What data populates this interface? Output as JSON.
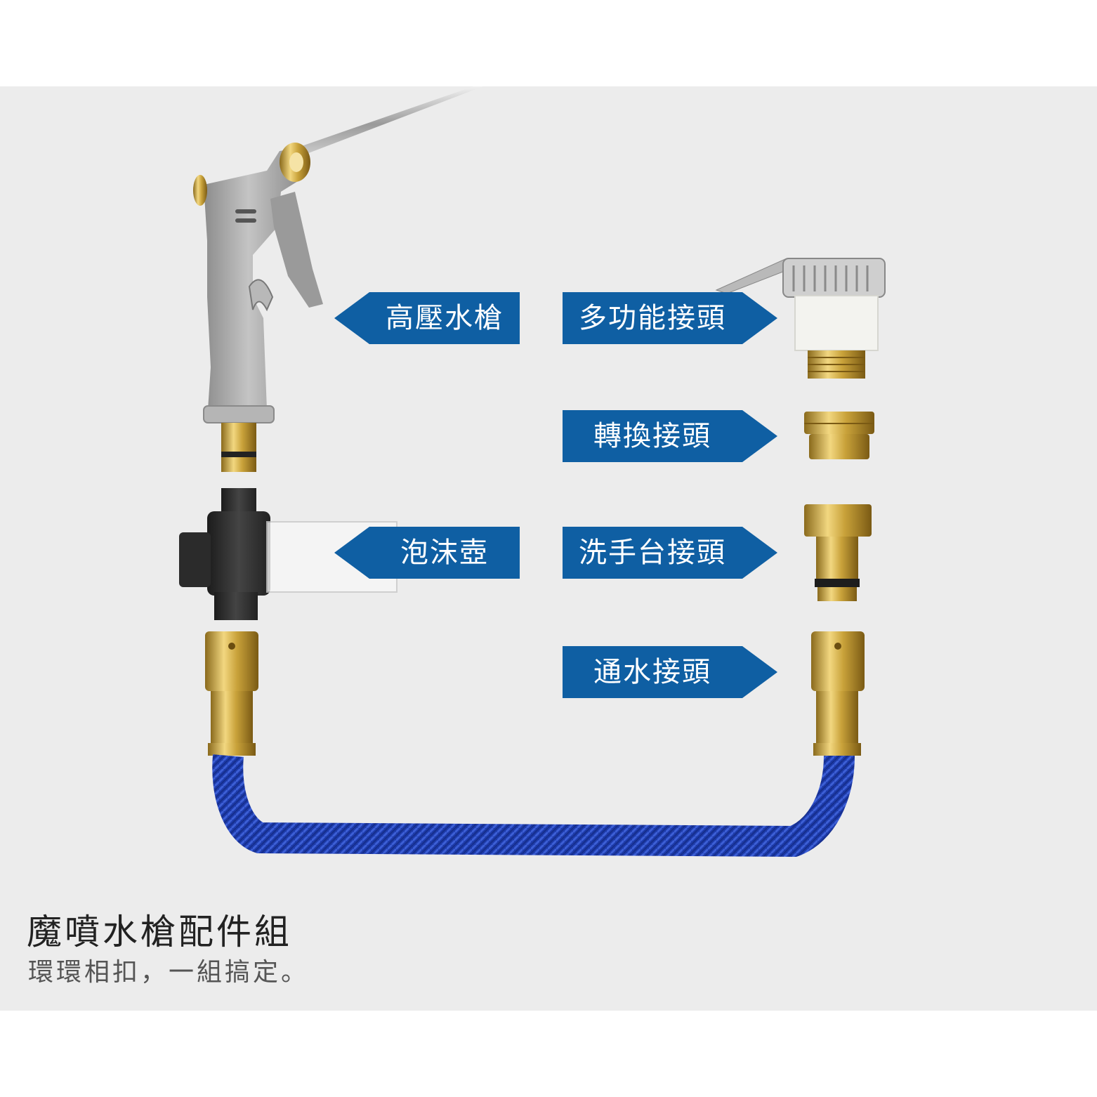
{
  "colors": {
    "callout_blue": "#0f5fa3",
    "background": "#ececec",
    "brass": "#c9a23a",
    "hose_blue": "#1f3fb0",
    "gun_gray": "#a8a8a8"
  },
  "callouts": {
    "spray_gun": "高壓水槍",
    "multi_connector": "多功能接頭",
    "adapter_connector": "轉換接頭",
    "foam_pot": "泡沫壺",
    "sink_connector": "洗手台接頭",
    "water_connector": "通水接頭"
  },
  "caption": {
    "title": "魔噴水槍配件組",
    "subtitle": "環環相扣，一組搞定。"
  }
}
